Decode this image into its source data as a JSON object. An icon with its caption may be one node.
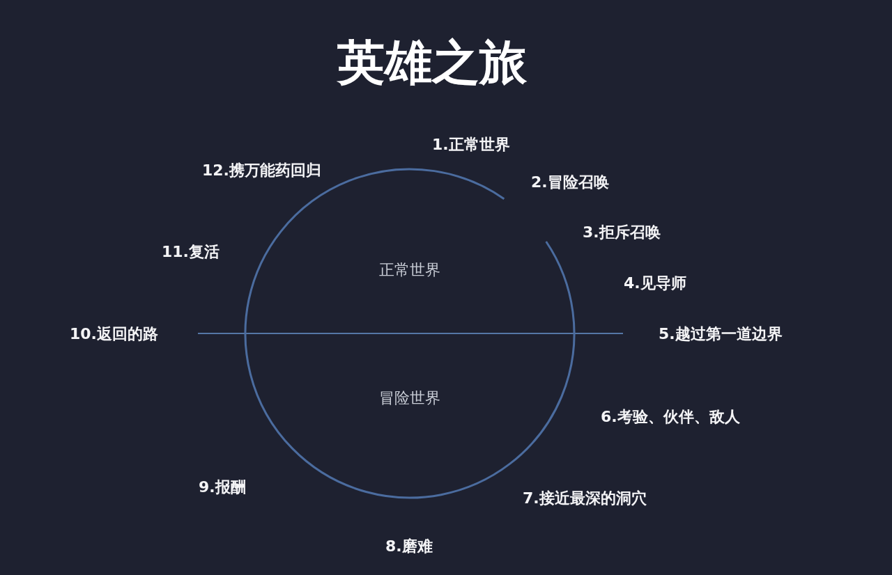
{
  "diagram": {
    "title": "英雄之旅",
    "nodes": [
      {
        "text": [
          "正常世界",
          "冒险世界"
        ]
      }
    ],
    "labels": [
      "1.正常世界",
      "2.冒险召唤",
      "3.拒斥召唤",
      "4.见导师",
      "5.越过第一道边界",
      "6.考验、伙伴、敌人",
      "7.接近最深的洞穴",
      "8.磨难",
      "9.报酬",
      "10.返回的路",
      "11.复活",
      "12.携万能药回归"
    ]
  }
}
